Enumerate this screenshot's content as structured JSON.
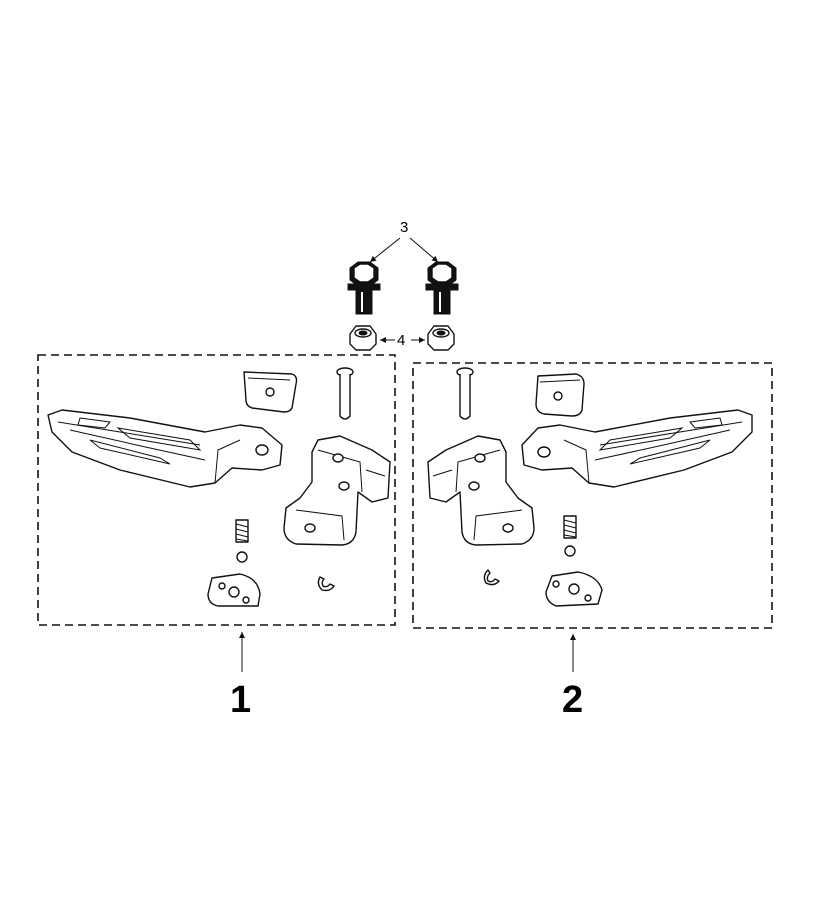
{
  "callouts": {
    "bolt": "3",
    "nut": "4",
    "assembly_left": "1",
    "assembly_right": "2"
  },
  "colors": {
    "line": "#111111",
    "background": "#ffffff"
  }
}
